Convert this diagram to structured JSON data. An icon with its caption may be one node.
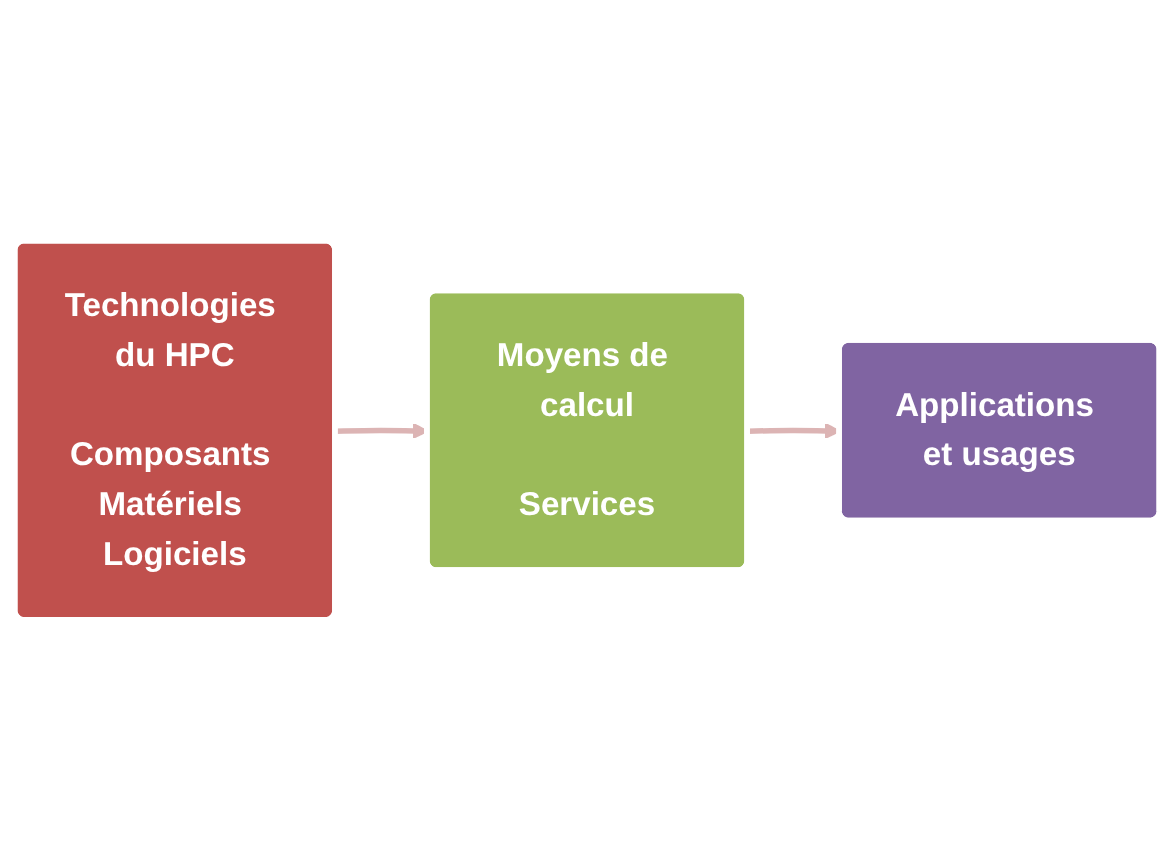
{
  "diagram": {
    "nodes": [
      {
        "text": [
          "Technologies du HPC",
          "Composants Matériels Logiciels"
        ]
      },
      {
        "text": [
          "Moyens de calcul",
          "Services"
        ]
      },
      {
        "text": [
          "Applications et usages"
        ]
      }
    ],
    "edges": [
      {
        "from": 0,
        "to": 1,
        "arrow": "to"
      },
      {
        "from": 1,
        "to": 2,
        "arrow": "to"
      }
    ]
  }
}
